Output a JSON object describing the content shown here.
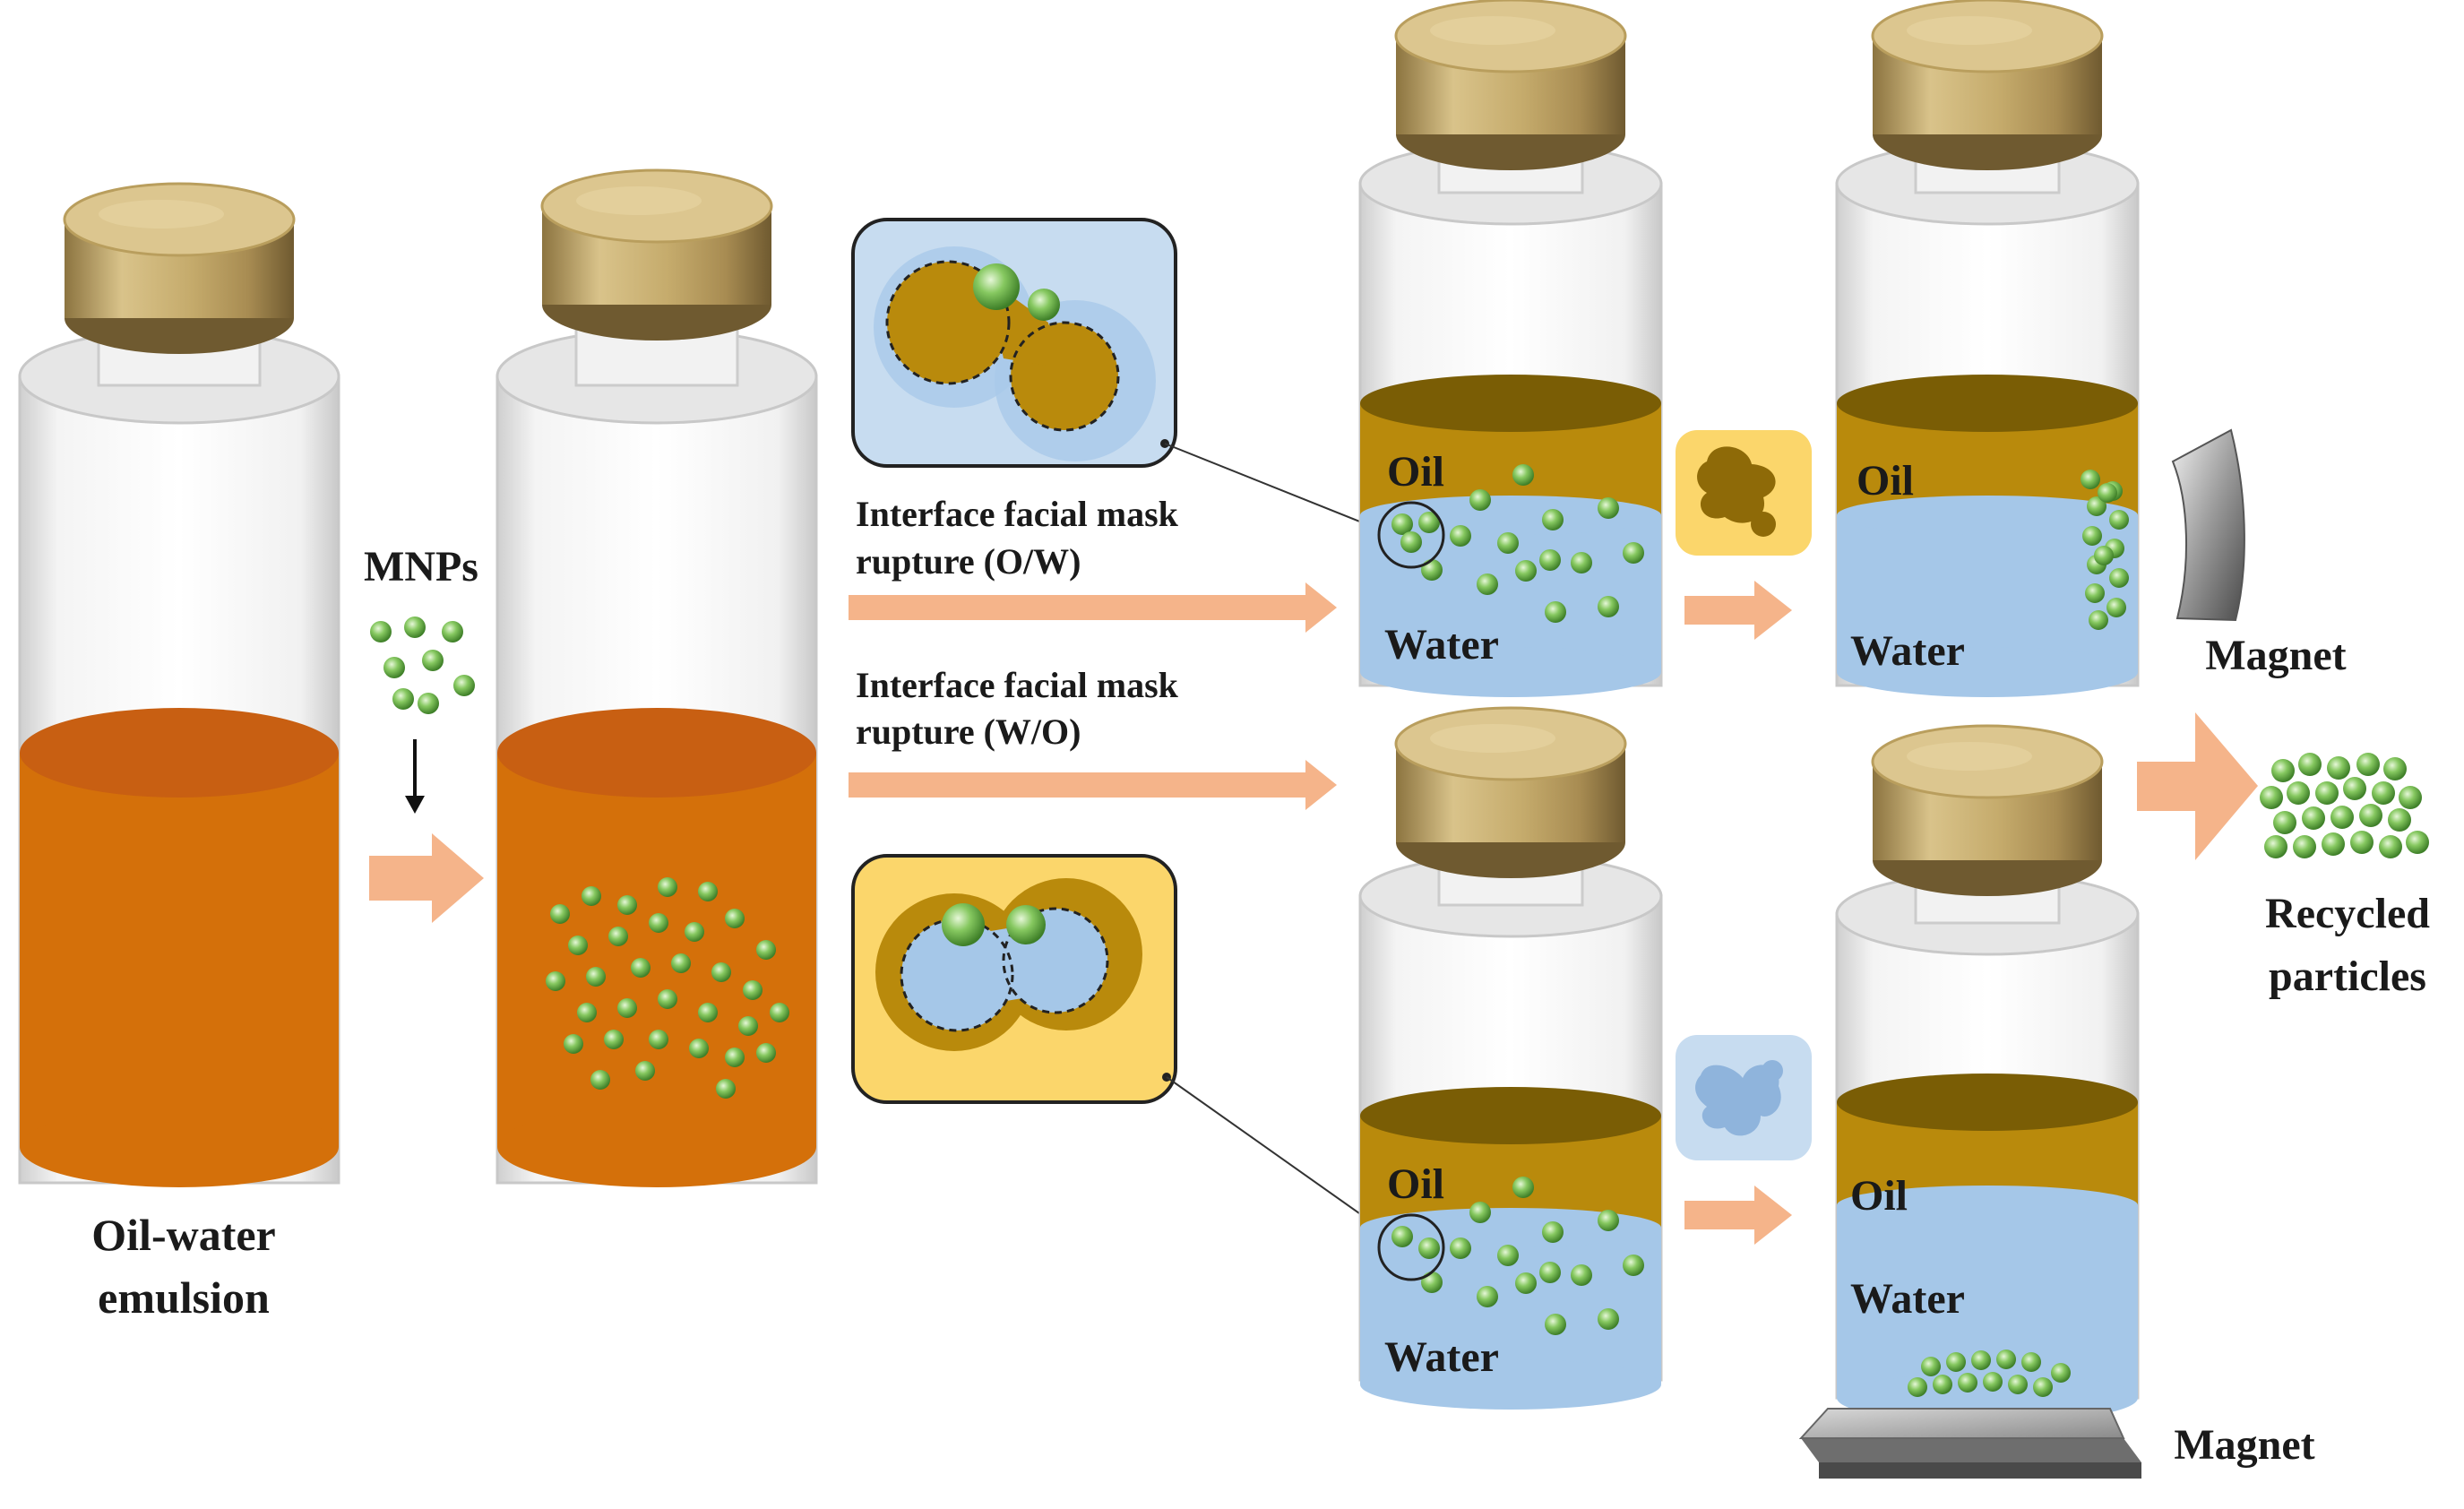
{
  "labels": {
    "emulsion_line1": "Oil-water",
    "emulsion_line2": "emulsion",
    "mnps": "MNPs",
    "ow_line1": "Interface facial mask",
    "ow_line2": "rupture (O/W)",
    "wo_line1": "Interface facial mask",
    "wo_line2": "rupture (W/O)",
    "oil": "Oil",
    "water": "Water",
    "magnet": "Magnet",
    "recycled_line1": "Recycled",
    "recycled_line2": "particles"
  },
  "colors": {
    "emulsion_orange": "#d4700a",
    "emulsion_top": "#c85f12",
    "oil_gold": "#b98a0c",
    "oil_top": "#7a5d05",
    "water_blue": "#a5c7e8",
    "particle_green": "#7cc05a",
    "arrow_salmon": "#f5b48a",
    "ow_inset_bg": "#c7dcf0",
    "wo_inset_bg": "#fbd66b",
    "cap_wood": "#d8c187"
  },
  "icons": {
    "ow_droplet_icon": "oil-droplet-icon",
    "wo_droplet_icon": "water-droplet-icon",
    "magnet_side": "magnet-bar-icon",
    "magnet_bottom": "magnet-plate-icon"
  }
}
